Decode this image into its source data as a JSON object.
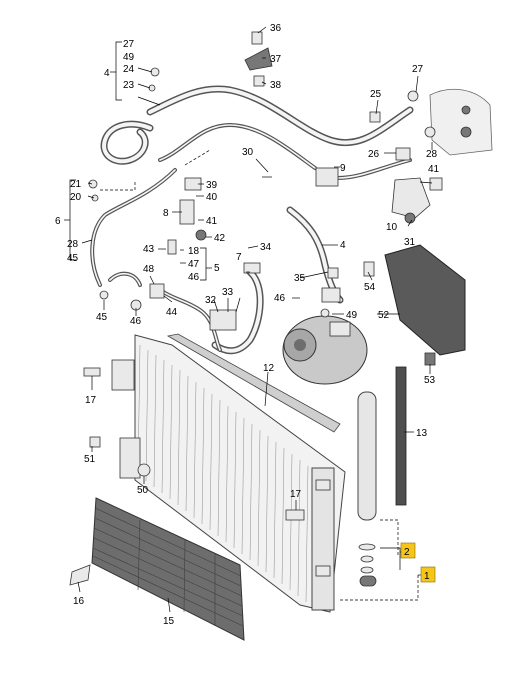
{
  "highlight_color": "#f5c518",
  "labels": {
    "l1": "1",
    "l2": "2",
    "l4": "4",
    "l4b": "4",
    "l5": "5",
    "l6": "6",
    "l7": "7",
    "l8": "8",
    "l9": "9",
    "l10": "10",
    "l12": "12",
    "l13": "13",
    "l15": "15",
    "l16": "16",
    "l17a": "17",
    "l17b": "17",
    "l18": "18",
    "l20": "20",
    "l21": "21",
    "l23": "23",
    "l24": "24",
    "l25": "25",
    "l26": "26",
    "l27a": "27",
    "l27b": "27",
    "l28a": "28",
    "l28b": "28",
    "l30": "30",
    "l31": "31",
    "l32": "32",
    "l33": "33",
    "l34": "34",
    "l35": "35",
    "l36": "36",
    "l37": "37",
    "l38": "38",
    "l39": "39",
    "l40": "40",
    "l41a": "41",
    "l41b": "41",
    "l42": "42",
    "l43": "43",
    "l44": "44",
    "l45a": "45",
    "l45b": "45",
    "l46a": "46",
    "l46b": "46",
    "l46c": "46",
    "l47": "47",
    "l48": "48",
    "l49a": "49",
    "l49b": "49",
    "l50": "50",
    "l51": "51",
    "l52": "52",
    "l53": "53",
    "l54": "54"
  }
}
